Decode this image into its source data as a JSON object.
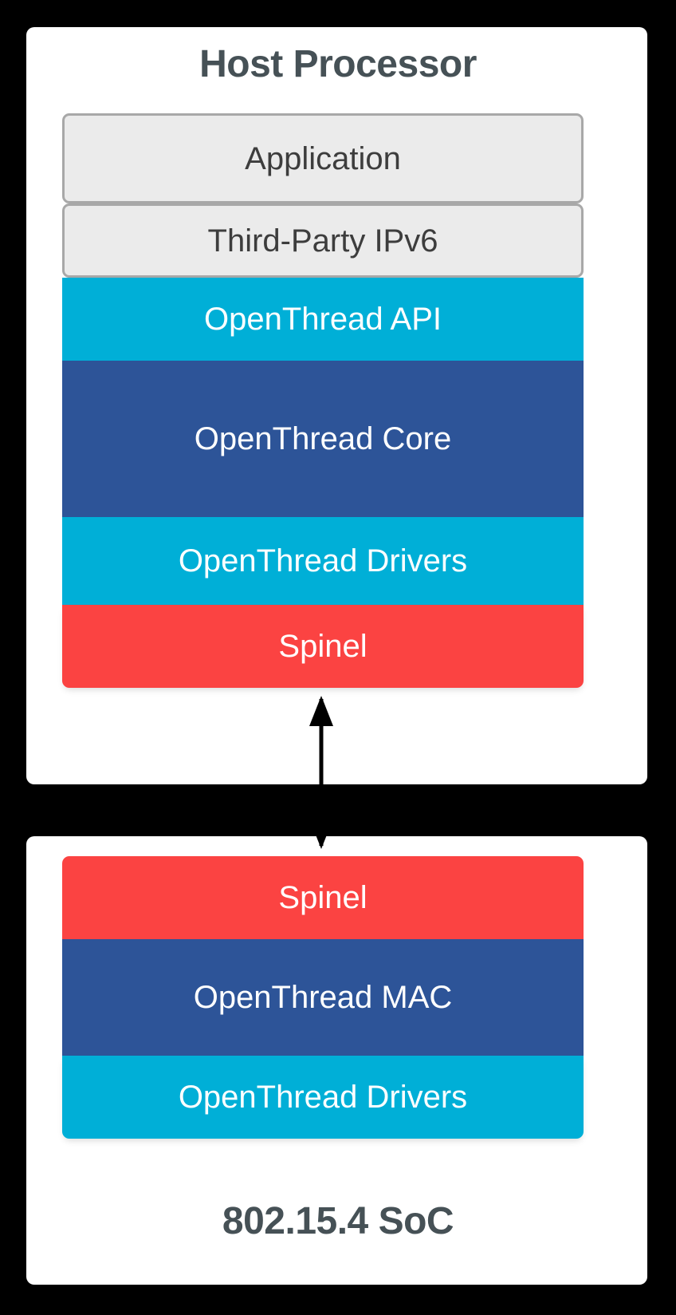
{
  "diagram_data": {
    "type": "diagram",
    "title": "OpenThread RCP / NCP architecture stack",
    "background_color": "#000000",
    "cards": [
      {
        "id": "host-processor",
        "title": "Host Processor",
        "title_position": "top",
        "title_color": "#465156",
        "background": "#ffffff",
        "layers": [
          {
            "label": "Application",
            "fill": "#ebebeb",
            "border": "#a8a8a8",
            "text_color": "#3d3d3d"
          },
          {
            "label": "Third-Party IPv6",
            "fill": "#ebebeb",
            "border": "#a8a8a8",
            "text_color": "#3d3d3d"
          },
          {
            "label": "OpenThread API",
            "fill": "#00afd7",
            "text_color": "#ffffff"
          },
          {
            "label": "OpenThread Core",
            "fill": "#2d5498",
            "text_color": "#ffffff"
          },
          {
            "label": "OpenThread Drivers",
            "fill": "#00afd7",
            "text_color": "#ffffff"
          },
          {
            "label": "Spinel",
            "fill": "#fb4342",
            "text_color": "#ffffff"
          }
        ]
      },
      {
        "id": "802-15-4-soc",
        "title": "802.15.4 SoC",
        "title_position": "bottom",
        "title_color": "#465156",
        "background": "#ffffff",
        "layers": [
          {
            "label": "Spinel",
            "fill": "#fb4342",
            "text_color": "#ffffff"
          },
          {
            "label": "OpenThread MAC",
            "fill": "#2d5498",
            "text_color": "#ffffff"
          },
          {
            "label": "OpenThread Drivers",
            "fill": "#00afd7",
            "text_color": "#ffffff"
          }
        ]
      }
    ],
    "connector": {
      "name": "spinel-link",
      "style": "double-headed-vertical-arrow",
      "color": "#000000",
      "from": "Spinel (Host Processor)",
      "to": "Spinel (802.15.4 SoC)"
    }
  },
  "host": {
    "title": "Host Processor",
    "layers": {
      "application": "Application",
      "ipv6": "Third-Party IPv6",
      "api": "OpenThread API",
      "core": "OpenThread Core",
      "drivers": "OpenThread Drivers",
      "spinel": "Spinel"
    }
  },
  "soc": {
    "title": "802.15.4 SoC",
    "layers": {
      "spinel": "Spinel",
      "mac": "OpenThread MAC",
      "drivers": "OpenThread Drivers"
    }
  }
}
